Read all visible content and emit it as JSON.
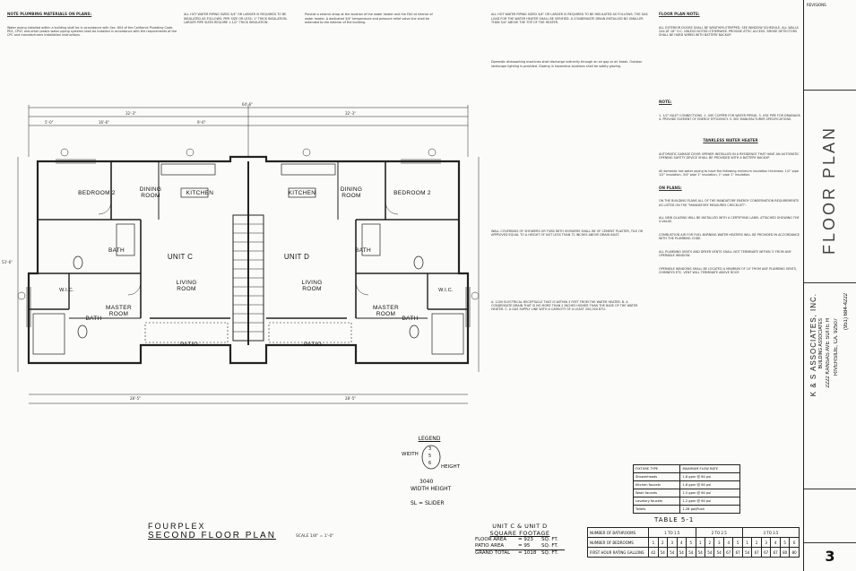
{
  "sheet": {
    "title_vertical": "FLOOR PLAN",
    "sheet_number": "3",
    "revisions_label": "REVISIONS"
  },
  "company": {
    "name": "K & S ASSOCIATES, INC.",
    "sub": "BUILDING ASSOCIATES",
    "address": "2222 KANSAS AVE SUITE H",
    "city": "RIVERSIDE, CA. 92507",
    "phone": "(951) 684-4222"
  },
  "notes": {
    "plumbing_header": "NOTE PLUMBING MATERIALS ON PLANS:",
    "floor_plan_header": "FLOOR PLAN NOTE:",
    "note_header": "NOTE:",
    "tankless_header": "TANKLESS WATER HEATER",
    "on_plans": "ON PLANS:",
    "col1": "Water piping installed within a building shall be in accordance with Sec. 604 of the California Plumbing Code. PEX, CPVC and other plastic water piping systems shall be installed in accordance with the requirements of the CPC and manufacturers installation instructions.",
    "col2": "ALL HOT WATER PIPING SIZED 3/4\" OR LARGER IS REQUIRED TO BE INSULATED AS FOLLOWS: PIPE SIZE OR LESS: 1\" THICK INSULATION. LARGER PIPE SIZES REQUIRE 1-1/2\" THICK INSULATION.",
    "col3": "Provide a seismic strap at the location of the water heater and the FAU at interior of water heater. A dedicated 3/4\" temperature and pressure relief valve line shall be extended to the exterior of the building.",
    "col4": "ALL HOT WATER PIPING SIZED 3/4\" OR LARGER IS REQUIRED TO BE INSULATED AS FOLLOWS. THE GAS LOAD FOR THE WATER HEATER SHALL BE VERIFIED. A CONDENSATE DRAIN INSTALLED NO SMALLER THAN 3/4\" ABOVE THE TOP OF THE HEATER.",
    "col4b": "Domestic dishwashing machines shall discharge indirectly through an air gap or air break. Outdoor landscape lighting is provided. Glazing in hazardous locations shall be safety glazing.",
    "col4c": "WALL COVERINGS OF SHOWERS OR TUBS WITH SHOWERS SHALL BE OF CEMENT PLASTER, TILE OR APPROVED EQUAL TO A HEIGHT OF NOT LESS THAN 72 INCHES ABOVE DRAIN INLET.",
    "col4d": "A. 120V ELECTRICAL RECEPTACLE THAT IS WITHIN 3 FEET FROM THE WATER HEATER. B. A CONDENSATE DRAIN THAT IS NO MORE THAN 2 INCHES HIGHER THAN THE BASE OF THE WATER HEATER. C. A GAS SUPPLY LINE WITH A CAPACITY OF A LEAST 200,000 BTU.",
    "col5": "ALL EXTERIOR DOORS SHALL BE WEATHER-STRIPPED. SEE WINDOW SCHEDULE. ALL WALLS 2X4 AT 16\" O.C. UNLESS NOTED OTHERWISE. PROVIDE ATTIC ACCESS. SMOKE DETECTORS SHALL BE HARD WIRED WITH BATTERY BACKUP.",
    "col5b": "1. 1/2\" INLET CONNECTIONS. 2. USE COPPER FOR WATER PIPING. 3. USE PIPE FOR DRAINAGE. 4. PROVIDE ELEMENT OF ENERGY EFFICIENCY. 5. SEE MANUFACTURER SPECIFICATIONS.",
    "col5c": "AUTOMATIC GARAGE DOOR OPENER INSTALLED IN A RESIDENCE THAT HAVE AN AUTOMATIC OPENING SAFETY DEVICE SHALL BE PROVIDED WITH A BATTERY BACKUP.",
    "col5d": "All domestic hot water piping to have the following minimum insulation thickness: 1/2\" pipe 1/2\" insulation, 3/4\" pipe 1\" insulation, 1\" pipe 1\" insulation.",
    "col5e": "ON THE BUILDING PLANS ALL OF THE MANDATORY ENERGY CONSERVATION REQUIREMENTS AS LISTED ON THE \"MANDATORY MEASURES CHECKLIST\".",
    "col5f": "ALL NEW GLAZING WILL BE INSTALLED WITH A CERTIFYING LABEL ATTACHED SHOWING THE U-VALUE.",
    "col5g": "COMBUSTION AIR FOR FUEL BURNING WATER HEATERS WILL BE PROVIDED IN ACCORDANCE WITH THE PLUMBING CODE.",
    "col5h": "ALL PLUMBING VENTS AND DRYER VENTS SHALL NOT TERMINATE WITHIN 3' FROM ANY OPERABLE WINDOW.",
    "col5i": "OPERABLE WINDOWS SHALL BE LOCATED A MINIMUM OF 10' FROM ANY PLUMBING VENTS, CHIMNEYS ETC. VENT WILL TERMINATE ABOVE ROOF."
  },
  "rooms": {
    "bedroom_left": "BEDROOM 2",
    "bedroom_right": "BEDROOM 2",
    "dining_left": "DINING\nROOM",
    "dining_right": "DINING\nROOM",
    "kitchen_left": "KITCHEN",
    "kitchen_right": "KITCHEN",
    "bath_left": "BATH",
    "bath_right": "BATH",
    "unit_c": "UNIT C",
    "unit_d": "UNIT D",
    "living_left": "LIVING\nROOM",
    "living_right": "LIVING\nROOM",
    "wic_left": "W.I.C.",
    "wic_right": "W.I.C.",
    "master_left": "MASTER\nROOM",
    "master_right": "MASTER\nROOM",
    "mbath_left": "BATH",
    "mbath_right": "BATH",
    "patio_left": "PATIO",
    "patio_right": "PATIO"
  },
  "dims": {
    "overall": "64'-6\"",
    "left_half": "32'-3\"",
    "right_half": "32'-3\"",
    "seg1": "5'-0\"",
    "seg2": "16'-6\"",
    "seg3": "9'-6\"",
    "bottom_left": "28'-5\"",
    "bottom_right": "28'-5\"",
    "depth": "53'-6\""
  },
  "plan_title": {
    "line1": "FOURPLEX",
    "line2": "SECOND FLOOR PLAN",
    "scale": "SCALE 1/8\" = 1'-0\""
  },
  "legend": {
    "title": "LEGEND",
    "width": "WIDTH",
    "height": "HEIGHT",
    "sample": "3040",
    "sample_desc": "WIDTH HEIGHT",
    "key": "SL = SLIDER",
    "bubble_top": "3",
    "bubble_mid": "5",
    "bubble_bot": "6"
  },
  "footage": {
    "title1": "UNIT C & UNIT D",
    "title2": "SQUARE FOOTAGE",
    "rows": [
      {
        "label": "FLOOR AREA",
        "value": "= 923",
        "unit": "SQ. FT."
      },
      {
        "label": "PATIO AREA",
        "value": "= 95",
        "unit": "SQ. FT."
      },
      {
        "label": "GRAND TOTAL",
        "value": "= 1018",
        "unit": "SQ. FT."
      }
    ]
  },
  "table51": {
    "caption": "TABLE 5-1",
    "rows": [
      {
        "a": "FIXTURE TYPE",
        "b": "MAXIMUM FLOW RATE"
      },
      {
        "a": "Showerheads",
        "b": "1.8 gpm @ 80 psi"
      },
      {
        "a": "Kitchen faucets",
        "b": "1.8 gpm @ 60 psi"
      },
      {
        "a": "Wash faucets",
        "b": "1.5 gpm @ 60 psi"
      },
      {
        "a": "Lavatory faucets",
        "b": "1.2 gpm @ 60 psi"
      },
      {
        "a": "Toilets",
        "b": "1.28 gal/flush"
      }
    ]
  },
  "bathtable": {
    "row1_label": "NUMBER OF BATHROOMS",
    "row1": [
      "1 TO 1.5",
      "2 TO 2.5",
      "3 TO 3.5"
    ],
    "row2_label": "NUMBER OF BEDROOMS",
    "row2": [
      "1",
      "2",
      "3",
      "4",
      "5",
      "1",
      "2",
      "3",
      "4",
      "5",
      "1",
      "2",
      "3",
      "4",
      "5",
      "6"
    ],
    "row3_label": "FIRST HOUR RATING GALLONS",
    "row3": [
      "42",
      "54",
      "54",
      "54",
      "54",
      "54",
      "54",
      "54",
      "67",
      "67",
      "54",
      "67",
      "67",
      "67",
      "80",
      "80"
    ]
  }
}
